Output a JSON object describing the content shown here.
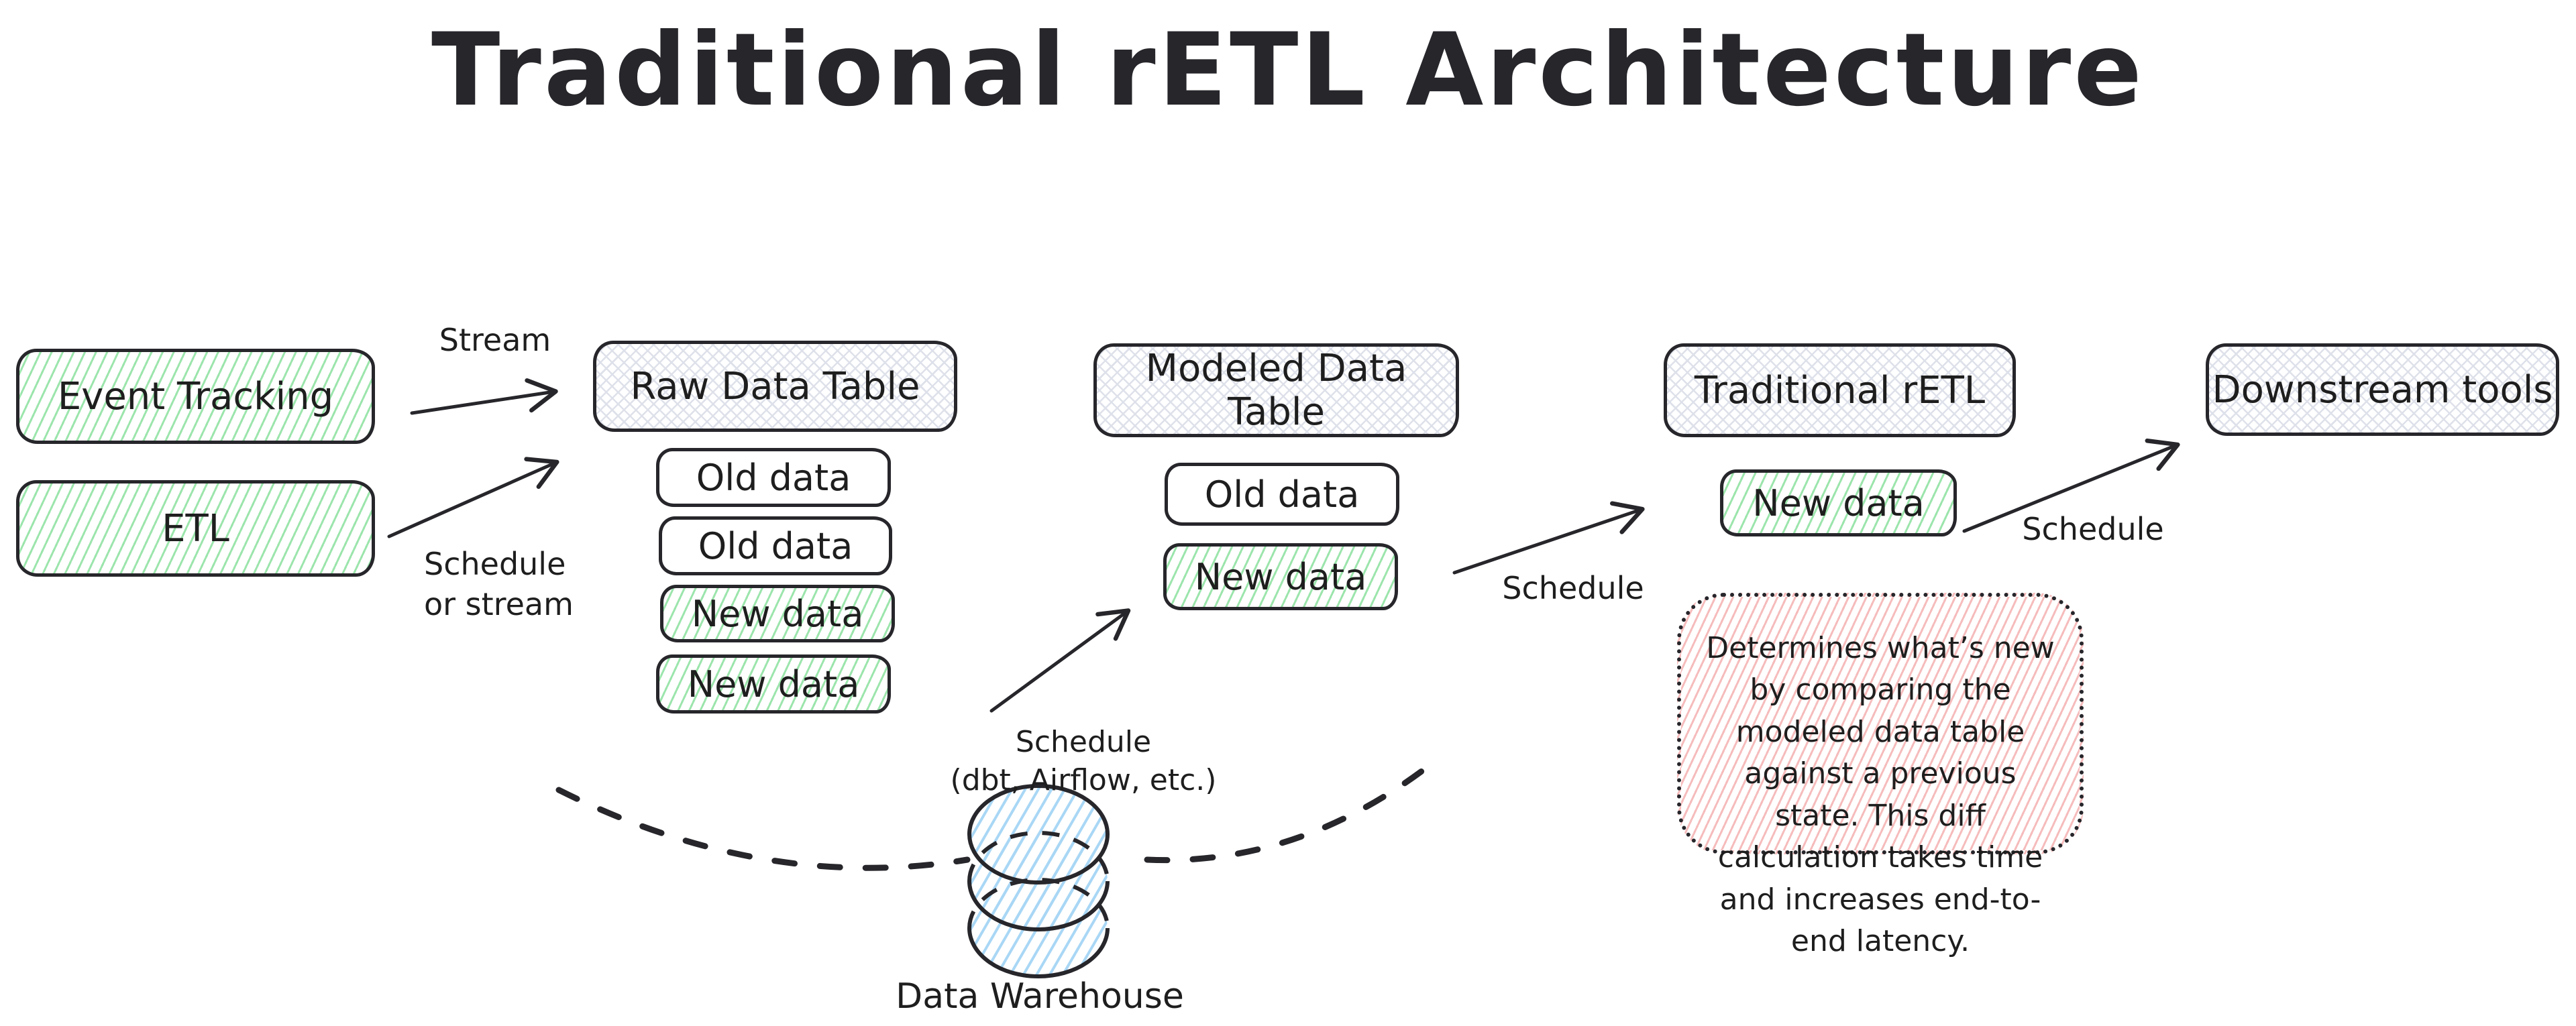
{
  "title": "Traditional rETL Architecture",
  "colors": {
    "ink": "#26262b",
    "green_hatch": "#9ce5ac",
    "gray_hatch": "#dee1ea",
    "pink_hatch": "#f6bcbc",
    "blue_hatch": "#a9d7f5",
    "background": "#ffffff"
  },
  "sources": {
    "event_tracking": "Event Tracking",
    "etl": "ETL"
  },
  "raw_table": {
    "title": "Raw Data Table",
    "rows": [
      "Old data",
      "Old data",
      "New data",
      "New data"
    ]
  },
  "modeled_table": {
    "title": "Modeled Data Table",
    "rows": [
      "Old data",
      "New data"
    ]
  },
  "retl": {
    "title": "Traditional rETL",
    "rows": [
      "New data"
    ]
  },
  "downstream": {
    "title": "Downstream tools"
  },
  "edge_labels": {
    "stream": "Stream",
    "schedule_or_stream": "Schedule\nor stream",
    "dbt_schedule": "Schedule\n(dbt, Airflow, etc.)",
    "schedule_mid": "Schedule",
    "schedule_right": "Schedule"
  },
  "note": {
    "text": "Determines what’s new by comparing the modeled data table against a previous state. This diff calculation takes time and increases end-to-end latency."
  },
  "warehouse": {
    "label": "Data Warehouse"
  }
}
